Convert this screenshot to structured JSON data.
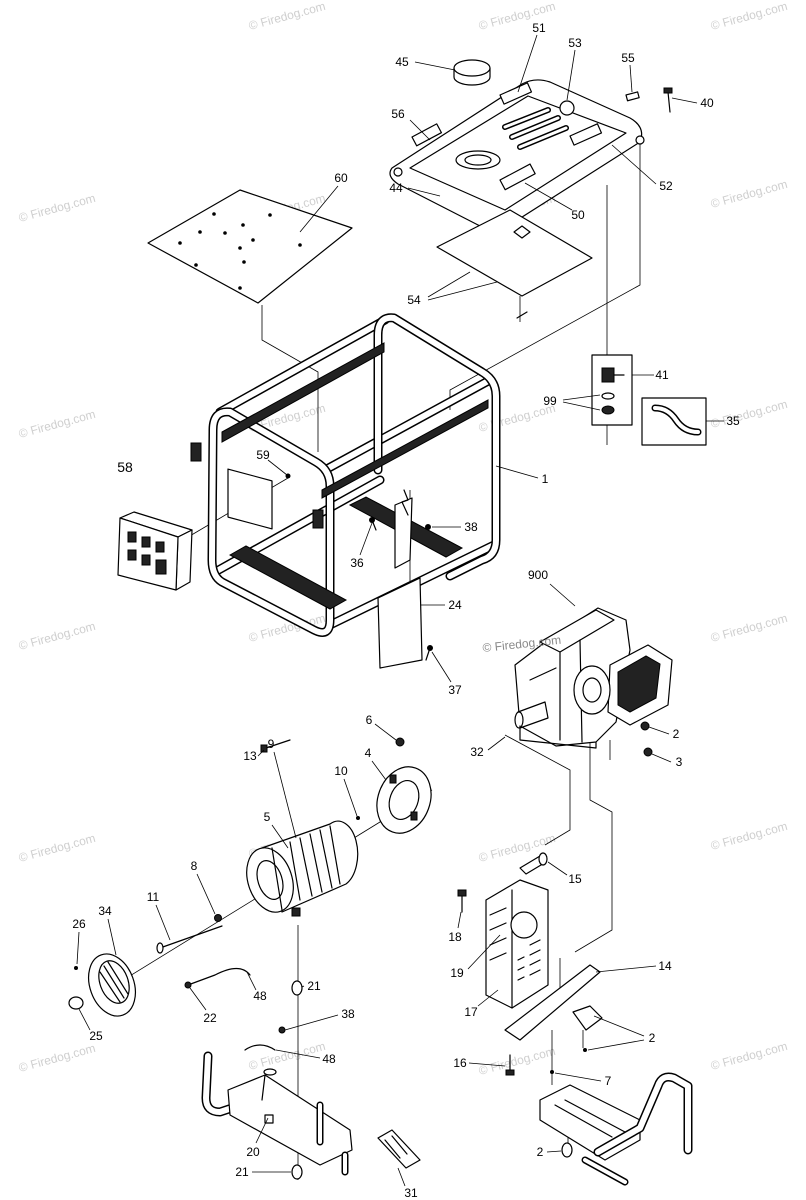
{
  "watermark": "© Firedog.com",
  "colors": {
    "ink": "#000000",
    "watermark": "#cfcfcf",
    "background": "#ffffff"
  },
  "callouts": [
    "45",
    "51",
    "53",
    "55",
    "40",
    "56",
    "52",
    "44",
    "50",
    "60",
    "54",
    "41",
    "99",
    "35",
    "1",
    "58",
    "59",
    "38",
    "36",
    "24",
    "37",
    "900",
    "2",
    "3",
    "32",
    "13",
    "9",
    "6",
    "10",
    "4",
    "5",
    "15",
    "8",
    "11",
    "34",
    "26",
    "18",
    "19",
    "14",
    "17",
    "21",
    "48",
    "22",
    "25",
    "38",
    "48",
    "2",
    "16",
    "7",
    "20",
    "21",
    "2",
    "31"
  ]
}
